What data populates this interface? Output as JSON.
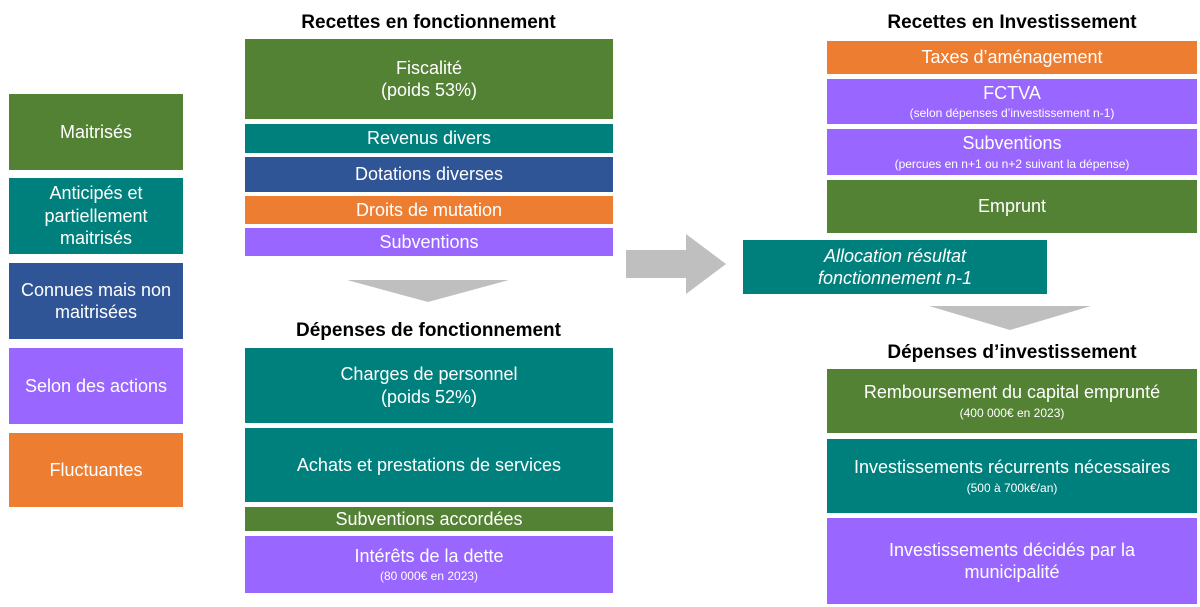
{
  "colors": {
    "green": "#548235",
    "teal": "#00807d",
    "blue": "#2f5597",
    "orange": "#ed7d31",
    "purple": "#9966ff",
    "arrow": "#bfbfbf"
  },
  "legend": {
    "items": [
      {
        "label": "Maitrisés",
        "color": "green"
      },
      {
        "label": "Anticipés et partiellement maitrisés",
        "color": "teal"
      },
      {
        "label": "Connues mais non maitrisées",
        "color": "blue"
      },
      {
        "label": "Selon des actions",
        "color": "purple"
      },
      {
        "label": "Fluctuantes",
        "color": "orange"
      }
    ]
  },
  "fonctionnement": {
    "recettes_title": "Recettes en fonctionnement",
    "recettes": [
      {
        "label": "Fiscalité",
        "sub": "(poids 53%)",
        "color": "green"
      },
      {
        "label": "Revenus divers",
        "color": "teal"
      },
      {
        "label": "Dotations diverses",
        "color": "blue"
      },
      {
        "label": "Droits de mutation",
        "color": "orange"
      },
      {
        "label": "Subventions",
        "color": "purple"
      }
    ],
    "depenses_title": "Dépenses de fonctionnement",
    "depenses": [
      {
        "label": "Charges de personnel",
        "sub": "(poids 52%)",
        "color": "teal"
      },
      {
        "label": "Achats et prestations de services",
        "color": "teal"
      },
      {
        "label": "Subventions accordées",
        "color": "green"
      },
      {
        "label": "Intérêts de la dette",
        "sub": "(80 000€ en 2023)",
        "color": "purple"
      }
    ]
  },
  "investissement": {
    "recettes_title": "Recettes en Investissement",
    "recettes": [
      {
        "label": "Taxes d’aménagement",
        "color": "orange"
      },
      {
        "label": "FCTVA",
        "sub": "(selon dépenses d’investissement n-1)",
        "color": "purple"
      },
      {
        "label": "Subventions",
        "sub": "(percues en n+1 ou n+2 suivant la dépense)",
        "color": "purple"
      },
      {
        "label": "Emprunt",
        "color": "green"
      }
    ],
    "allocation": {
      "line1": "Allocation résultat",
      "line2": "fonctionnement n-1",
      "color": "teal"
    },
    "depenses_title": "Dépenses d’investissement",
    "depenses": [
      {
        "label": "Remboursement du capital emprunté",
        "sub": "(400 000€ en 2023)",
        "color": "green"
      },
      {
        "label": "Investissements récurrents nécessaires",
        "sub": "(500 à 700k€/an)",
        "color": "teal"
      },
      {
        "label": "Investissements décidés par la municipalité",
        "color": "purple"
      }
    ]
  }
}
